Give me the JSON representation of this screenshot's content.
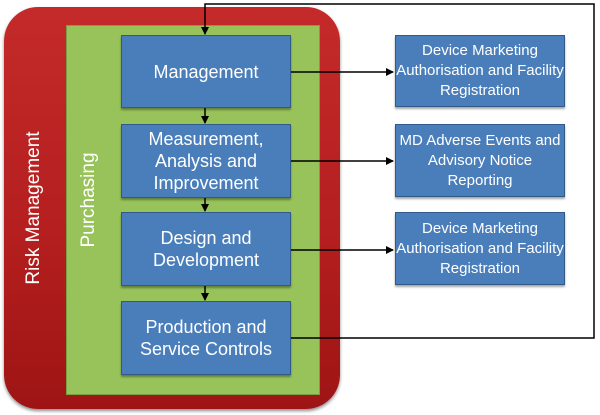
{
  "frame": {
    "risk_label": "Risk Management",
    "purchasing_label": "Purchasing"
  },
  "steps": [
    {
      "label": "Management"
    },
    {
      "label": "Measurement, Analysis and Improvement"
    },
    {
      "label": "Design and Development"
    },
    {
      "label": "Production and Service Controls"
    }
  ],
  "outputs": [
    {
      "label": "Device Marketing Authorisation and Facility Registration"
    },
    {
      "label": "MD Adverse Events and Advisory Notice Reporting"
    },
    {
      "label": "Device Marketing Authorisation and Facility Registration"
    }
  ],
  "colors": {
    "risk": "#b51f1f",
    "purchasing": "#98c35a",
    "process_box": "#4a7ebb"
  }
}
